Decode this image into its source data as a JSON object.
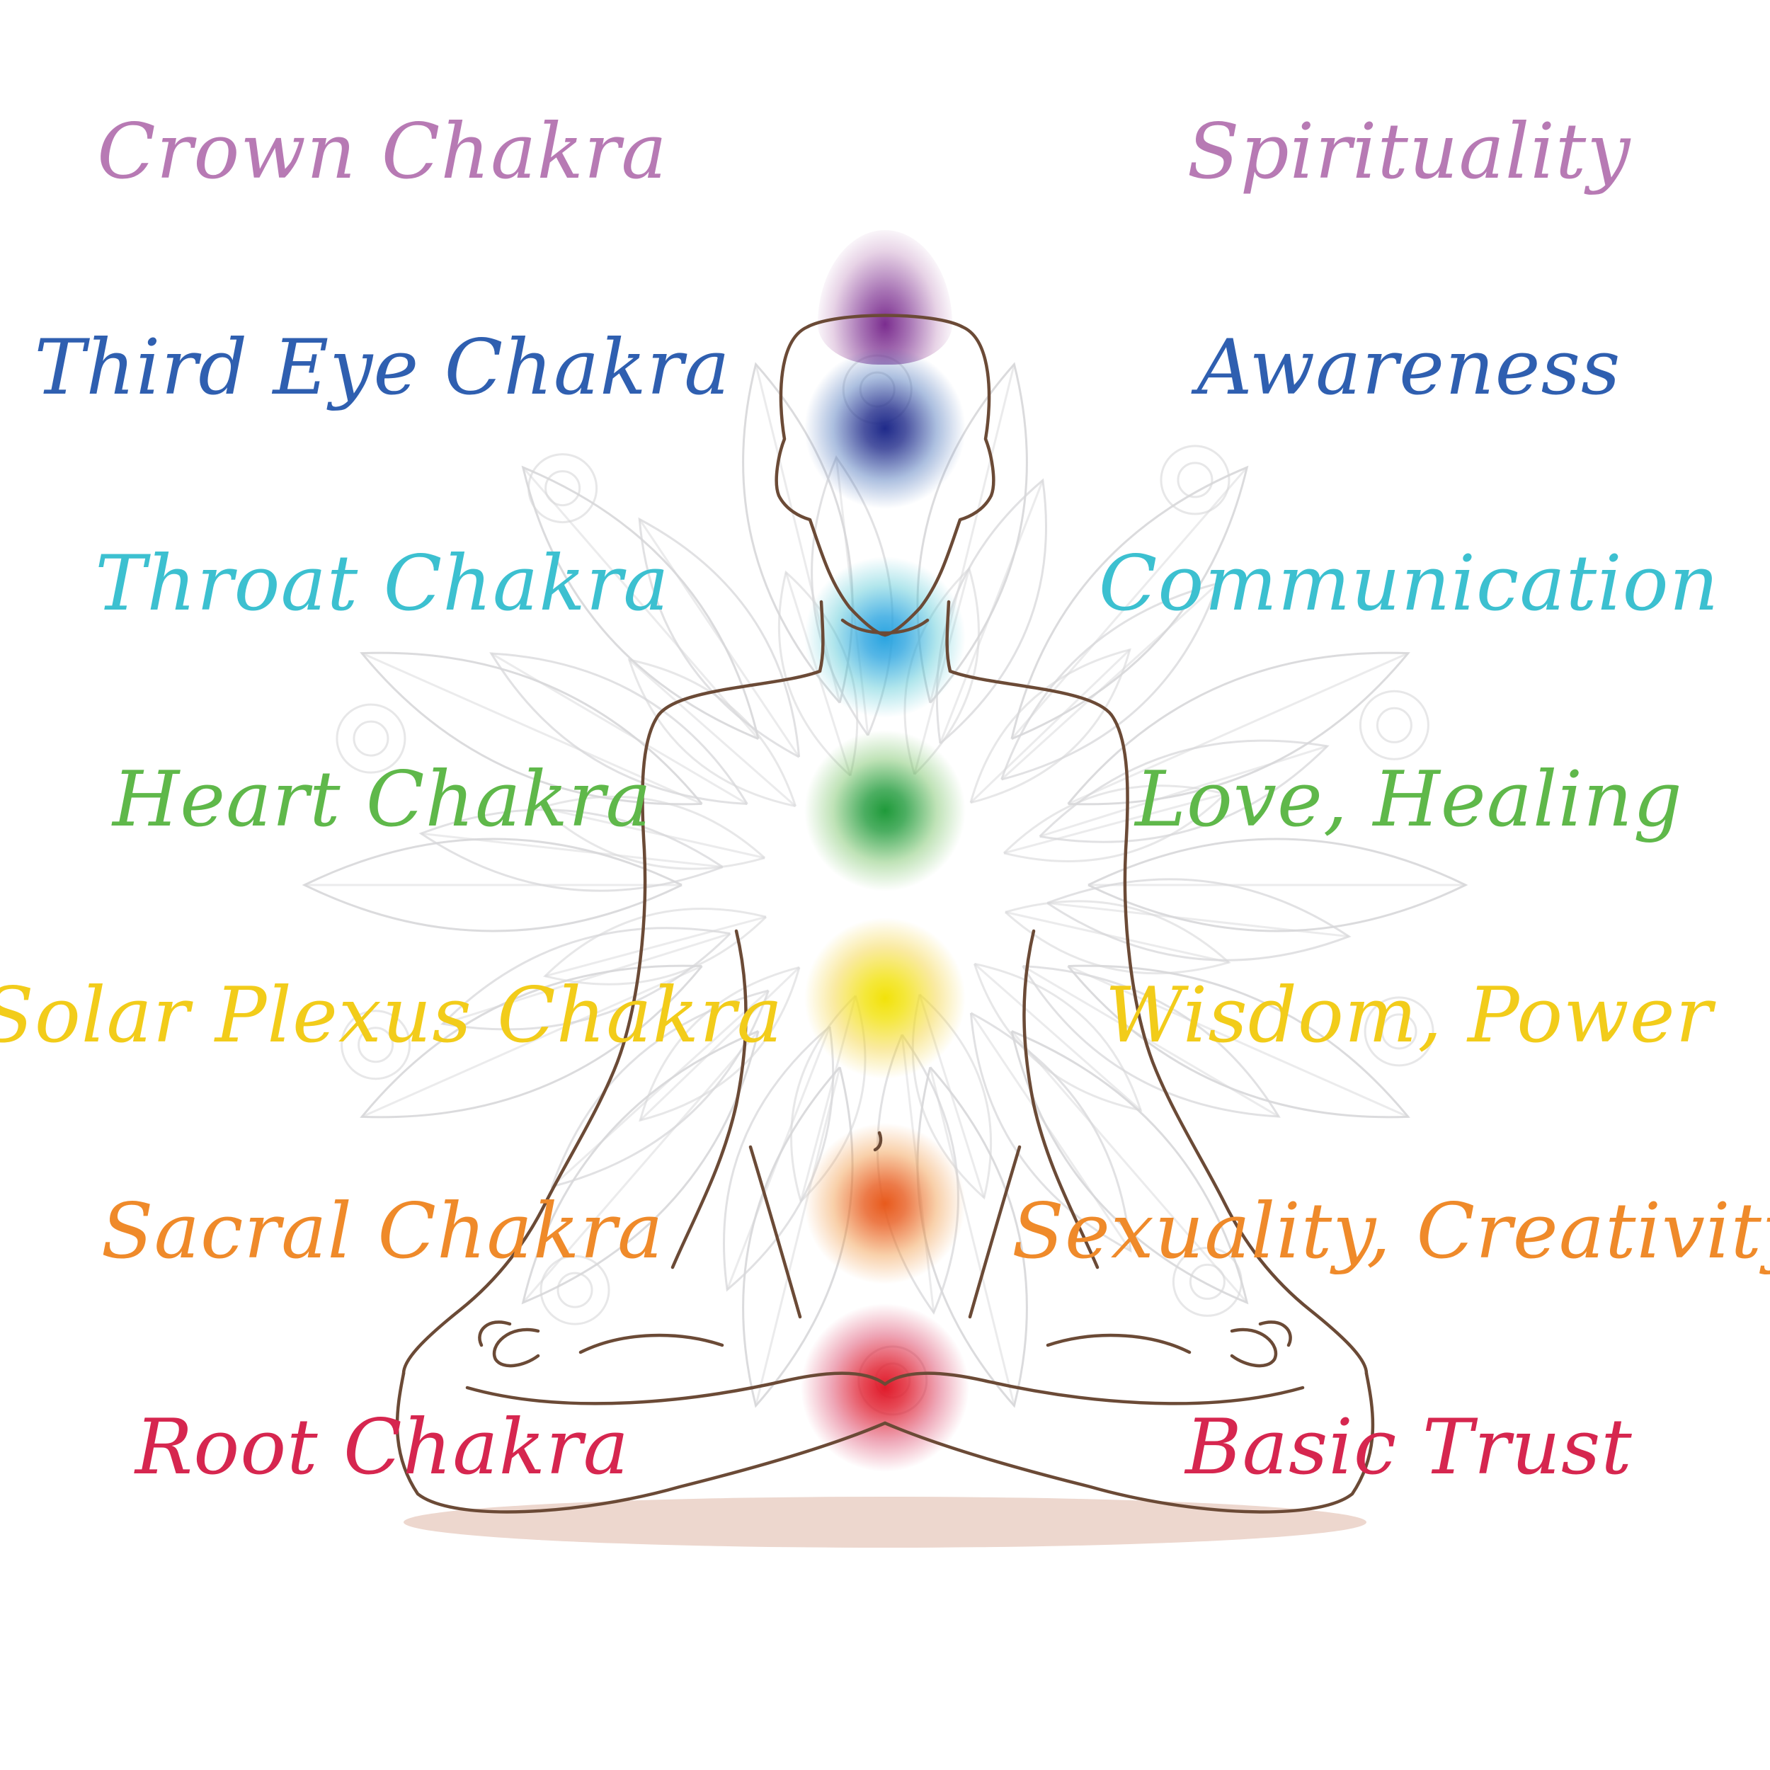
{
  "chakras": [
    {
      "name": "Crown Chakra",
      "meaning": "Spirituality",
      "color": "#b77ab4",
      "core": "#7b2d8f"
    },
    {
      "name": "Third Eye Chakra",
      "meaning": "Awareness",
      "color": "#2f5fb0",
      "core": "#1f2a8a"
    },
    {
      "name": "Throat Chakra",
      "meaning": "Communication",
      "color": "#3cc0d0",
      "core": "#2aa4e0"
    },
    {
      "name": "Heart Chakra",
      "meaning": "Love, Healing",
      "color": "#5fb84a",
      "core": "#1f9a3a"
    },
    {
      "name": "Solar Plexus Chakra",
      "meaning": "Wisdom, Power",
      "color": "#f2cc1a",
      "core": "#f2e20a"
    },
    {
      "name": "Sacral Chakra",
      "meaning": "Sexuality, Creativity",
      "color": "#ef8a2a",
      "core": "#e85a1c"
    },
    {
      "name": "Root Chakra",
      "meaning": "Basic Trust",
      "color": "#d6264f",
      "core": "#e01a2a"
    }
  ],
  "colors": {
    "body_outline": "#6b4a36",
    "mandala": "#d7d7d9",
    "ground_shadow": "#e7c9bd",
    "background": "#ffffff"
  }
}
